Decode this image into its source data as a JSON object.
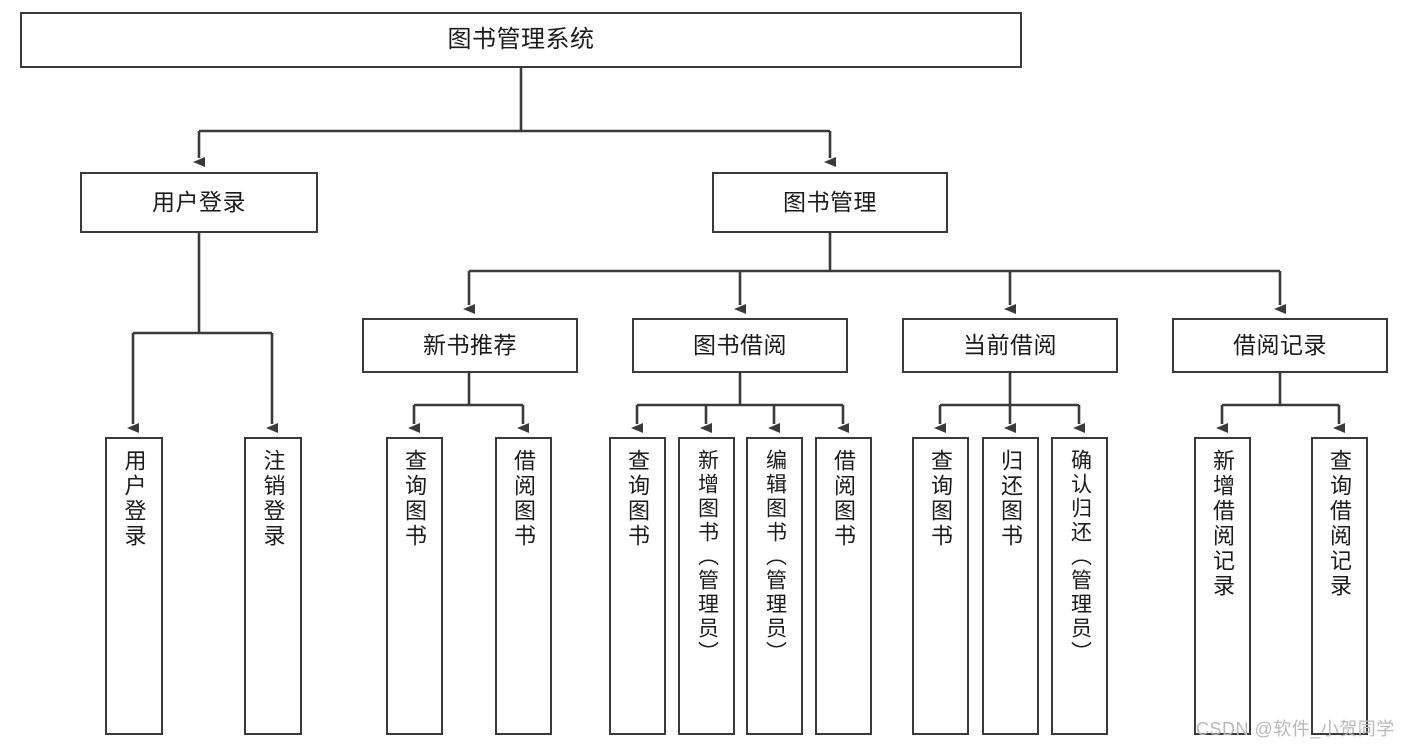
{
  "diagram": {
    "type": "tree",
    "title": "图书管理系统",
    "watermark": "CSDN @软件_小贺同学",
    "colors": {
      "box_border": "#3a3a3a",
      "box_fill": "#ffffff",
      "connector": "#3a3a3a",
      "text": "#1b1b1b",
      "watermark": "#b9b9b9",
      "background": "#ffffff"
    },
    "root": {
      "id": "root",
      "label": "图书管理系统"
    },
    "level2": [
      {
        "id": "user-login",
        "label": "用户登录"
      },
      {
        "id": "book-management",
        "label": "图书管理"
      }
    ],
    "level3": [
      {
        "id": "new-book-recommend",
        "label": "新书推荐",
        "parent": "book-management"
      },
      {
        "id": "book-borrow",
        "label": "图书借阅",
        "parent": "book-management"
      },
      {
        "id": "current-borrow",
        "label": "当前借阅",
        "parent": "book-management"
      },
      {
        "id": "borrow-record",
        "label": "借阅记录",
        "parent": "book-management"
      }
    ],
    "leaves": {
      "user-login": [
        {
          "id": "leaf-user-login",
          "label": "用户登录"
        },
        {
          "id": "leaf-user-logout",
          "label": "注销登录"
        }
      ],
      "new-book-recommend": [
        {
          "id": "leaf-query-book-1",
          "label": "查询图书"
        },
        {
          "id": "leaf-borrow-book-1",
          "label": "借阅图书"
        }
      ],
      "book-borrow": [
        {
          "id": "leaf-query-book-2",
          "label": "查询图书"
        },
        {
          "id": "leaf-add-book",
          "label": "新增图书（管理员）"
        },
        {
          "id": "leaf-edit-book",
          "label": "编辑图书（管理员）"
        },
        {
          "id": "leaf-borrow-book-2",
          "label": "借阅图书"
        }
      ],
      "current-borrow": [
        {
          "id": "leaf-query-book-3",
          "label": "查询图书"
        },
        {
          "id": "leaf-return-book",
          "label": "归还图书"
        },
        {
          "id": "leaf-confirm-return",
          "label": "确认归还（管理员）"
        }
      ],
      "borrow-record": [
        {
          "id": "leaf-add-record",
          "label": "新增借阅记录"
        },
        {
          "id": "leaf-query-record",
          "label": "查询借阅记录"
        }
      ]
    }
  }
}
